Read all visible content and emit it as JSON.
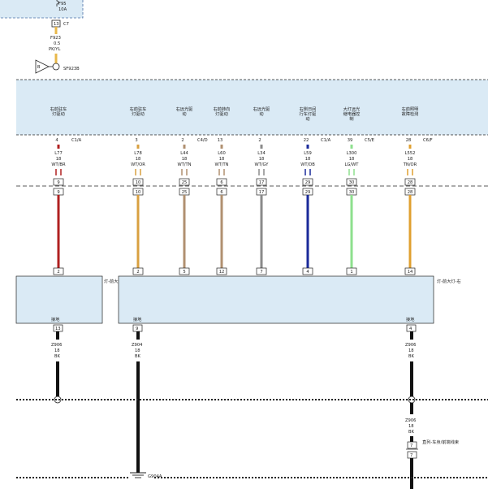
{
  "top": {
    "fuse_label": "F95",
    "fuse_rating": "10A",
    "pin": "13",
    "connector": "C7",
    "wire": {
      "code": "F923",
      "gauge": "0.5",
      "color": "PK/YL"
    },
    "splice_letter": "B",
    "splice_label": "SF923B"
  },
  "module": {
    "channels": [
      {
        "label": "右前驻车灯驱动",
        "pin": "4",
        "conn": "C1/A",
        "wire": "L77",
        "gauge": "18",
        "color": "WT/BR",
        "inline_pin": "9",
        "dest_pin": "2",
        "dest_label": "右前驻车灯驱动"
      },
      {
        "label": "右前驻车灯驱动",
        "pin": "3",
        "conn": "",
        "wire": "L78",
        "gauge": "18",
        "color": "WT/OR",
        "inline_pin": "10",
        "dest_pin": "2",
        "dest_label": "右前驻车灯驱动"
      },
      {
        "label": "右远光驱动",
        "pin": "2",
        "conn": "C4/D",
        "wire": "L44",
        "gauge": "18",
        "color": "WT/TN",
        "inline_pin": "25",
        "dest_pin": "5",
        "dest_label": "右远光驱动"
      },
      {
        "label": "右前转向灯驱动",
        "pin": "13",
        "conn": "",
        "wire": "L60",
        "gauge": "18",
        "color": "WT/TN",
        "inline_pin": "6",
        "dest_pin": "12",
        "dest_label": "右前转向灯驱动"
      },
      {
        "label": "右远光驱动",
        "pin": "2",
        "conn": "",
        "wire": "L34",
        "gauge": "18",
        "color": "WT/GY",
        "inline_pin": "17",
        "dest_pin": "7",
        "dest_label": "右远光驱动"
      },
      {
        "label": "右侧日间行车灯驱动",
        "pin": "22",
        "conn": "C1/A",
        "wire": "L59",
        "gauge": "18",
        "color": "WT/DB",
        "inline_pin": "29",
        "dest_pin": "4",
        "dest_label": "右侧日间行车灯驱动"
      },
      {
        "label": "大灯远光继电器控制",
        "pin": "39",
        "conn": "C5/E",
        "wire": "L300",
        "gauge": "18",
        "color": "LG/WT",
        "inline_pin": "30",
        "dest_pin": "1",
        "dest_label": "大灯远光继电器控制"
      },
      {
        "label": "右前照明故障检测",
        "pin": "28",
        "conn": "C6/F",
        "wire": "L552",
        "gauge": "18",
        "color": "TN/OR",
        "inline_pin": "28",
        "dest_pin": "14",
        "dest_label": "右前照明故障检测"
      }
    ]
  },
  "lamps": {
    "left_title": "灯-前大灯-左",
    "right_title": "灯-前大灯-右",
    "ground_label": "接地",
    "left_ground_pin": "13",
    "right_ground_pin1": "9",
    "right_ground_pin2": "4"
  },
  "grounds": {
    "left": {
      "wire": "Z906",
      "gauge": "18",
      "color": "BK"
    },
    "mid": {
      "wire": "Z904",
      "gauge": "18",
      "color": "BK",
      "ground": "G904A"
    },
    "right": {
      "wire": "Z906",
      "gauge": "18",
      "color": "BK"
    },
    "right2": {
      "wire": "Z906",
      "gauge": "18",
      "color": "BK"
    },
    "right_pin": "7",
    "right_conn_label": "直列-车身/前端线束"
  },
  "colors": {
    "box_fill": "#daeaf5",
    "wire_br": "#b02020",
    "wire_or": "#d9a040",
    "wire_tn": "#b09070",
    "wire_gy": "#8a8a8a",
    "wire_db": "#1a2a9a",
    "wire_lg": "#8ee08e",
    "wire_tnor": "#e0a030",
    "wire_pk": "#e8b84a"
  }
}
